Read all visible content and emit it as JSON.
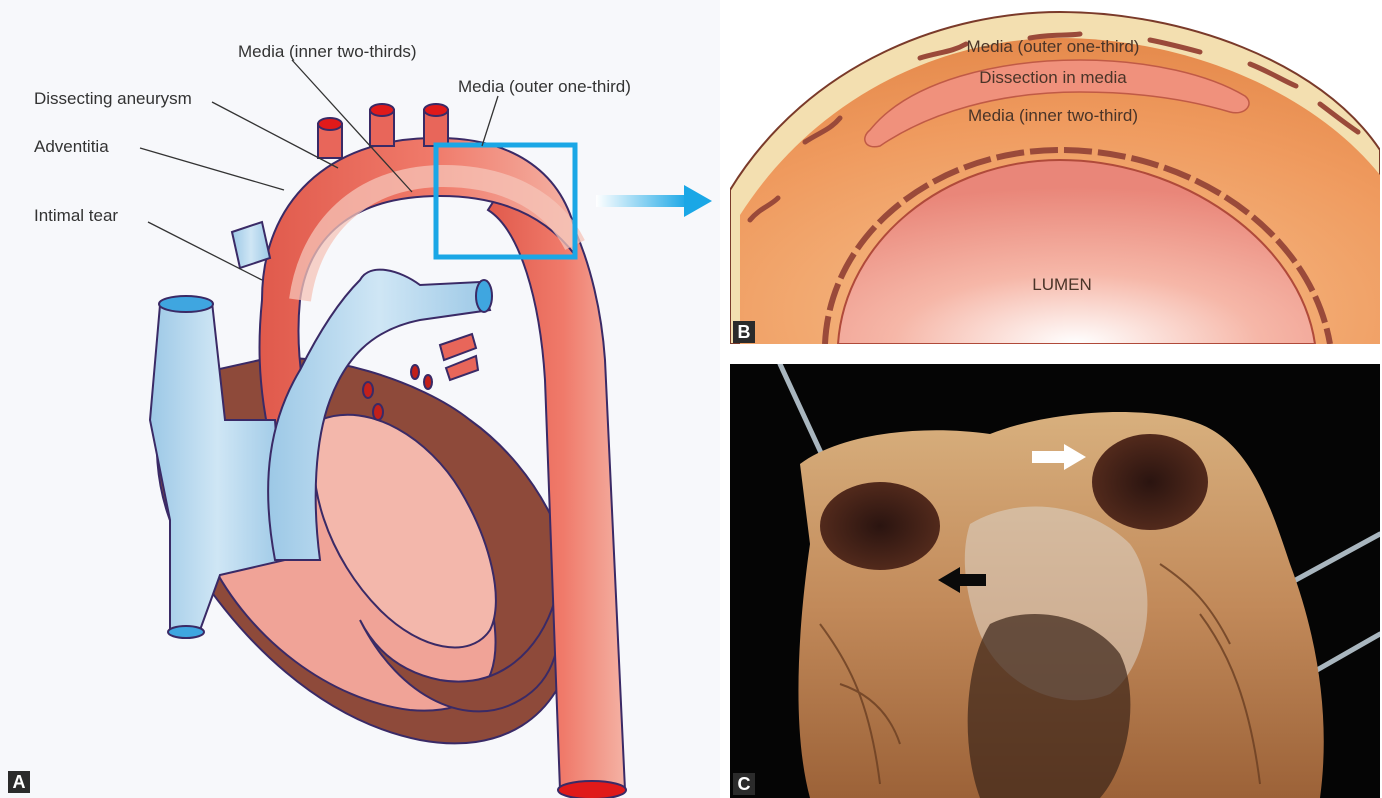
{
  "panel_a": {
    "letter": "A",
    "labels": {
      "media_inner": "Media (inner two-thirds)",
      "media_outer": "Media (outer one-third)",
      "dissecting_aneurysm": "Dissecting aneurysm",
      "adventitia": "Adventitia",
      "intimal_tear": "Intimal tear"
    },
    "colors": {
      "aorta": "#e8665a",
      "aorta_light": "#f2b3a6",
      "vein_blue": "#b8d8ee",
      "vessel_outline": "#3a2a66",
      "myocardium": "#8e4a3a",
      "highlight_box": "#1aa7e6"
    }
  },
  "panel_b": {
    "letter": "B",
    "labels": {
      "media_outer": "Media (outer one-third)",
      "dissection": "Dissection in media",
      "media_inner": "Media (inner two-third)",
      "lumen": "LUMEN"
    }
  },
  "panel_c": {
    "letter": "C",
    "arrows": [
      "white-arrow",
      "black-arrow"
    ]
  }
}
